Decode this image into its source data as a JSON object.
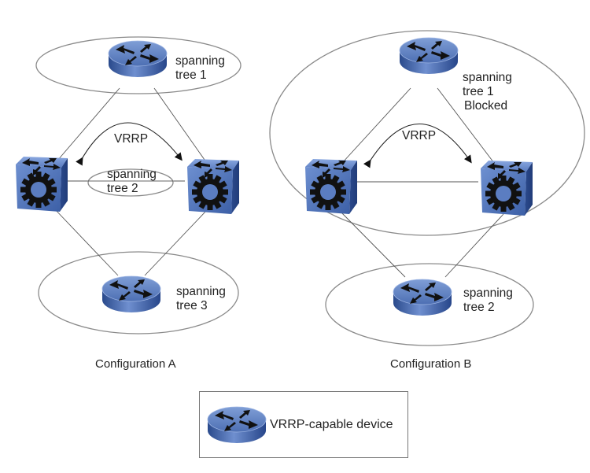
{
  "configurations": [
    {
      "id": "A",
      "caption": "Configuration A",
      "top_group": {
        "label_line1": "spanning",
        "label_line2": "tree 1"
      },
      "middle_group": {
        "label_line1": "spanning",
        "label_line2": "tree 2"
      },
      "bottom_group": {
        "label_line1": "spanning",
        "label_line2": "tree 3"
      },
      "protocol_label": "VRRP"
    },
    {
      "id": "B",
      "caption": "Configuration B",
      "top_group": {
        "label_line1": "spanning",
        "label_line2": "tree 1",
        "label_line3": "Blocked"
      },
      "bottom_group": {
        "label_line1": "spanning",
        "label_line2": "tree 2"
      },
      "protocol_label": "VRRP"
    }
  ],
  "legend": {
    "icon": "router-icon",
    "label": "VRRP-capable device"
  },
  "colors": {
    "device_blue": "#4a6fb5",
    "device_dark": "#1f3d7a",
    "outline_gray": "#8a8a8a",
    "line": "#555555",
    "text": "#222222"
  }
}
